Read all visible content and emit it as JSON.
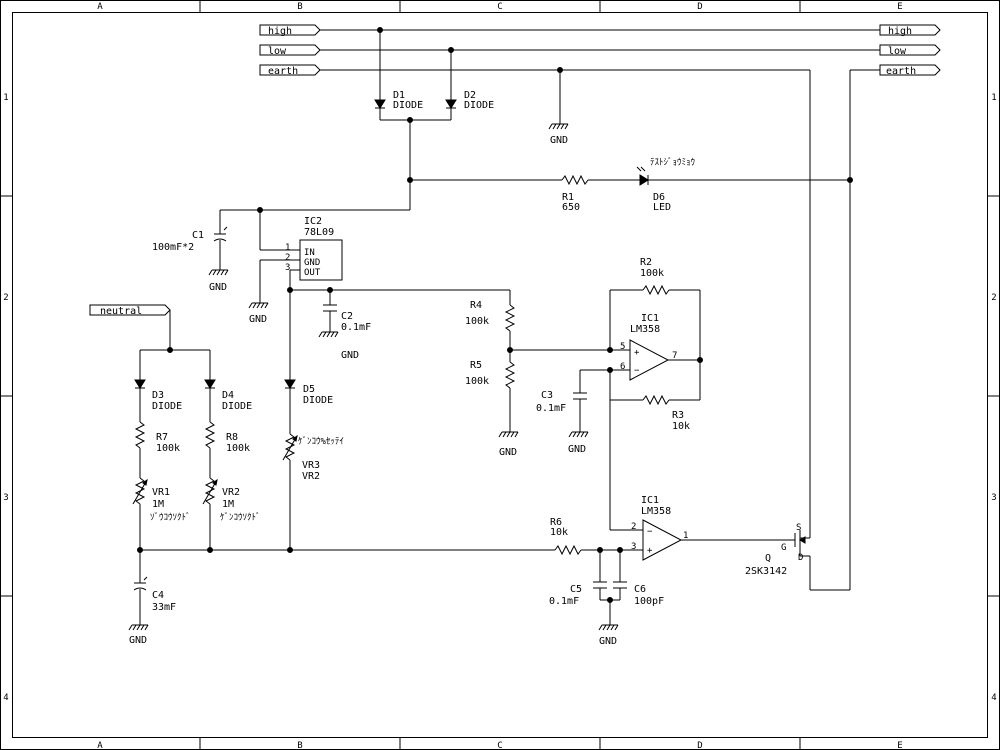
{
  "border": {
    "columns": [
      "A",
      "B",
      "C",
      "D",
      "E"
    ],
    "rows": [
      "1",
      "2",
      "3",
      "4"
    ]
  },
  "nets": {
    "high": "high",
    "low": "low",
    "earth": "earth",
    "neutral": "neutral",
    "gnd": "GND"
  },
  "components": {
    "D1": {
      "ref": "D1",
      "value": "DIODE"
    },
    "D2": {
      "ref": "D2",
      "value": "DIODE"
    },
    "D3": {
      "ref": "D3",
      "value": "DIODE"
    },
    "D4": {
      "ref": "D4",
      "value": "DIODE"
    },
    "D5": {
      "ref": "D5",
      "value": "DIODE"
    },
    "D6": {
      "ref": "D6",
      "value": "LED",
      "note": "ﾃｽﾄｼﾞｮｳﾐｮｳ"
    },
    "R1": {
      "ref": "R1",
      "value": "650"
    },
    "R2": {
      "ref": "R2",
      "value": "100k"
    },
    "R3": {
      "ref": "R3",
      "value": "10k"
    },
    "R4": {
      "ref": "R4",
      "value": "100k"
    },
    "R5": {
      "ref": "R5",
      "value": "100k"
    },
    "R6": {
      "ref": "R6",
      "value": "10k"
    },
    "R7": {
      "ref": "R7",
      "value": "100k"
    },
    "R8": {
      "ref": "R8",
      "value": "100k"
    },
    "C1": {
      "ref": "C1",
      "value": "100mF*2"
    },
    "C2": {
      "ref": "C2",
      "value": "0.1mF"
    },
    "C3": {
      "ref": "C3",
      "value": "0.1mF"
    },
    "C4": {
      "ref": "C4",
      "value": "33mF"
    },
    "C5": {
      "ref": "C5",
      "value": "0.1mF"
    },
    "C6": {
      "ref": "C6",
      "value": "100pF"
    },
    "IC2": {
      "ref": "IC2",
      "value": "78L09",
      "pins": [
        "IN",
        "GND",
        "OUT"
      ],
      "pin_numbers": [
        "1",
        "2",
        "3"
      ]
    },
    "IC1a": {
      "ref": "IC1",
      "value": "LM358",
      "pins": [
        "5",
        "6",
        "7"
      ]
    },
    "IC1b": {
      "ref": "IC1",
      "value": "LM358",
      "pins": [
        "2",
        "3",
        "1"
      ]
    },
    "VR1": {
      "ref": "VR1",
      "value": "1M",
      "note": "ｿﾞｳｺｳｿｸﾄﾞ"
    },
    "VR2": {
      "ref": "VR2",
      "value": "1M",
      "note": "ｹﾞﾝｺｳｿｸﾄﾞ"
    },
    "VR3": {
      "ref": "VR3",
      "value": "VR2",
      "note": "ｹﾞﾝｺｳ%ｾｯﾃｲ"
    },
    "Q": {
      "ref": "Q",
      "value": "2SK3142",
      "pins": [
        "G",
        "S",
        "D"
      ]
    }
  }
}
